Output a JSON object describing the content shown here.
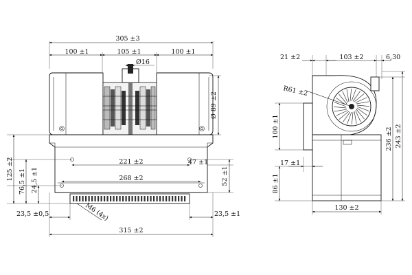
{
  "front_view": {
    "dims": {
      "overall_top": "305 ±3",
      "left_housing": "100 ±1",
      "center_span": "105 ±1",
      "right_housing": "100 ±1",
      "shaft_dia": "Ø16",
      "housing_dia": "Ø 89 ±2",
      "total_height": "125 ±2",
      "height_76": "76,5 ±1",
      "height_24": "24,5 ±1",
      "hole_span_221": "221 ±2",
      "hole_span_268": "268 ±2",
      "offset_47": "47 ±1",
      "offset_52": "52 ±1",
      "left_edge": "23,5 ±0,5",
      "right_edge": "23,5 ±1",
      "thread": "M6 (4x)",
      "base_width": "315 ±2"
    }
  },
  "side_view": {
    "dims": {
      "outlet_21": "21 ±2",
      "width_103": "103 ±2",
      "flange_630": "6,30",
      "radius": "R61 ±2",
      "height_100": "100 ±1",
      "height_236": "236 ±2",
      "height_243": "243 ±2",
      "offset_17": "17 ±1",
      "height_86": "86 ±1",
      "base_130": "130 ±2"
    }
  }
}
